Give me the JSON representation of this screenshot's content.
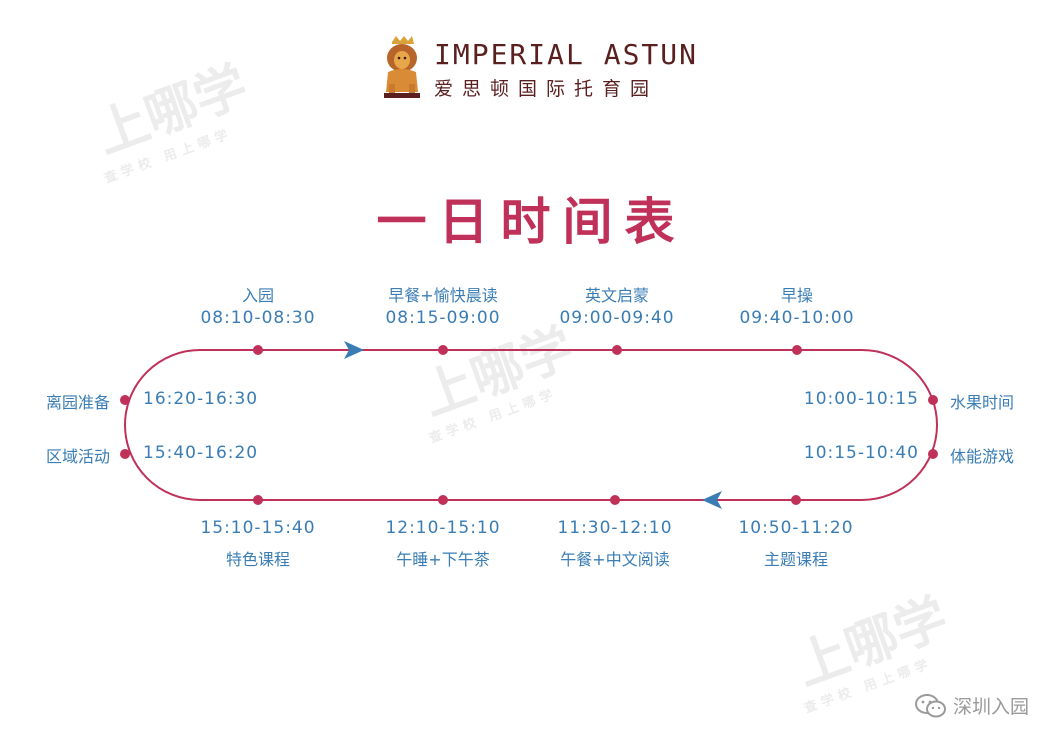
{
  "brand": {
    "name_en": "IMPERIAL ASTUN",
    "name_cn": "爱思顿国际托育园",
    "logo_icon": "lion-crown-icon"
  },
  "title": "一日时间表",
  "colors": {
    "track": "#c0315a",
    "dot": "#c0315a",
    "arrow": "#3a7db5",
    "text": "#3a7db5",
    "title": "#c0315a"
  },
  "schedule": {
    "top": [
      {
        "activity": "入园",
        "time": "08:10-08:30"
      },
      {
        "activity": "早餐+愉快晨读",
        "time": "08:15-09:00"
      },
      {
        "activity": "英文启蒙",
        "time": "09:00-09:40"
      },
      {
        "activity": "早操",
        "time": "09:40-10:00"
      }
    ],
    "right": [
      {
        "activity": "水果时间",
        "time": "10:00-10:15"
      },
      {
        "activity": "体能游戏",
        "time": "10:15-10:40"
      }
    ],
    "bottom": [
      {
        "activity": "特色课程",
        "time": "15:10-15:40"
      },
      {
        "activity": "午睡+下午茶",
        "time": "12:10-15:10"
      },
      {
        "activity": "午餐+中文阅读",
        "time": "11:30-12:10"
      },
      {
        "activity": "主题课程",
        "time": "10:50-11:20"
      }
    ],
    "left": [
      {
        "activity": "离园准备",
        "time": "16:20-16:30"
      },
      {
        "activity": "区域活动",
        "time": "15:40-16:20"
      }
    ]
  },
  "watermark": {
    "big": "上哪学",
    "small": "查学校 用上哪学"
  },
  "footer": {
    "icon": "wechat-icon",
    "text": "深圳入园"
  }
}
